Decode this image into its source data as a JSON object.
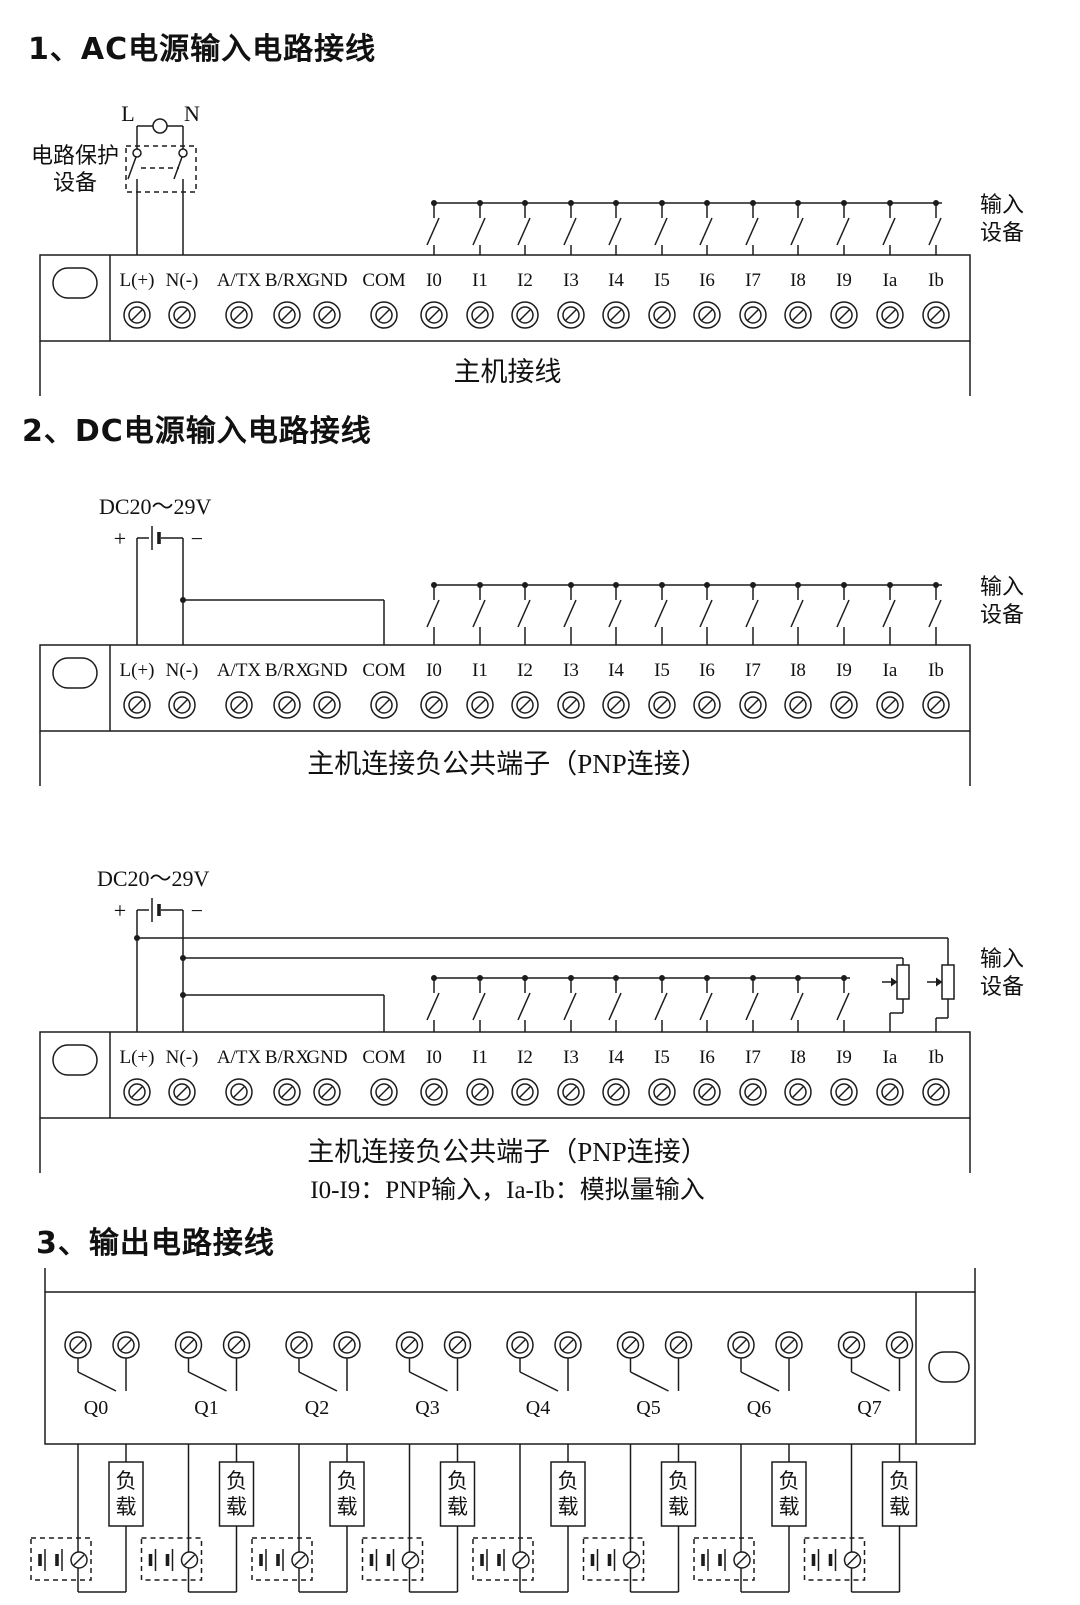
{
  "colors": {
    "ink": "#1c1c1c",
    "background": "#ffffff"
  },
  "terminal_labels": [
    "L(+)",
    "N(-)",
    "A/TX",
    "B/RX",
    "GND",
    "COM",
    "I0",
    "I1",
    "I2",
    "I3",
    "I4",
    "I5",
    "I6",
    "I7",
    "I8",
    "I9",
    "Ia",
    "Ib"
  ],
  "sections": {
    "ac": {
      "title": "1、AC电源输入电路接线",
      "caption": "主机接线",
      "line_l_label": "L",
      "line_n_label": "N",
      "protector_label": [
        "电路保护",
        "设备"
      ],
      "input_device_label": [
        "输入",
        "设备"
      ]
    },
    "dc": {
      "title": "2、DC电源输入电路接线",
      "supply_label": "DC20～29V",
      "plus_label": "+",
      "minus_label": "−",
      "diagram1_caption": "主机连接负公共端子（PNP连接）",
      "diagram2_caption": "主机连接负公共端子（PNP连接）",
      "diagram2_note": "I0-I9：PNP输入，Ia-Ib：模拟量输入",
      "input_device_label": [
        "输入",
        "设备"
      ]
    },
    "output": {
      "title": "3、输出电路接线",
      "channel_labels": [
        "Q0",
        "Q1",
        "Q2",
        "Q3",
        "Q4",
        "Q5",
        "Q6",
        "Q7"
      ],
      "load_label": "负载"
    }
  }
}
